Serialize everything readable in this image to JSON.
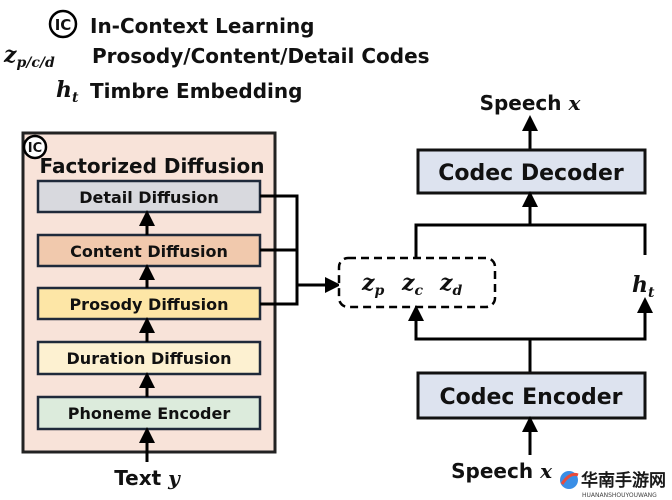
{
  "legend": {
    "ic_symbol": "IC",
    "ic_label": "In-Context Learning",
    "z_symbol": "z",
    "z_sub": "p/c/d",
    "z_label": "Prosody/Content/Detail Codes",
    "h_symbol": "h",
    "h_sub": "t",
    "h_label": "Timbre Embedding"
  },
  "left_panel": {
    "badge": "IC",
    "title": "Factorized Diffusion",
    "blocks": [
      {
        "label": "Detail Diffusion",
        "color": "#d8d9de"
      },
      {
        "label": "Content Diffusion",
        "color": "#f1c9ad"
      },
      {
        "label": "Prosody Diffusion",
        "color": "#fde6a6"
      },
      {
        "label": "Duration Diffusion",
        "color": "#fdf1d1"
      },
      {
        "label": "Phoneme Encoder",
        "color": "#dcebdc"
      }
    ],
    "panel_color": "#f8e3d9",
    "input_label": "Text",
    "input_var": "y"
  },
  "codes": {
    "z": "z",
    "subs": [
      "p",
      "c",
      "d"
    ],
    "h": "h",
    "h_sub": "t"
  },
  "codec": {
    "decoder": "Codec Decoder",
    "encoder": "Codec Encoder",
    "output_label": "Speech",
    "output_var": "x",
    "input_label": "Speech",
    "input_var": "x",
    "box_color": "#dde3ef"
  },
  "watermark": {
    "text": "华南手游网",
    "subtext": "HUANANSHOUYOUWANG"
  }
}
